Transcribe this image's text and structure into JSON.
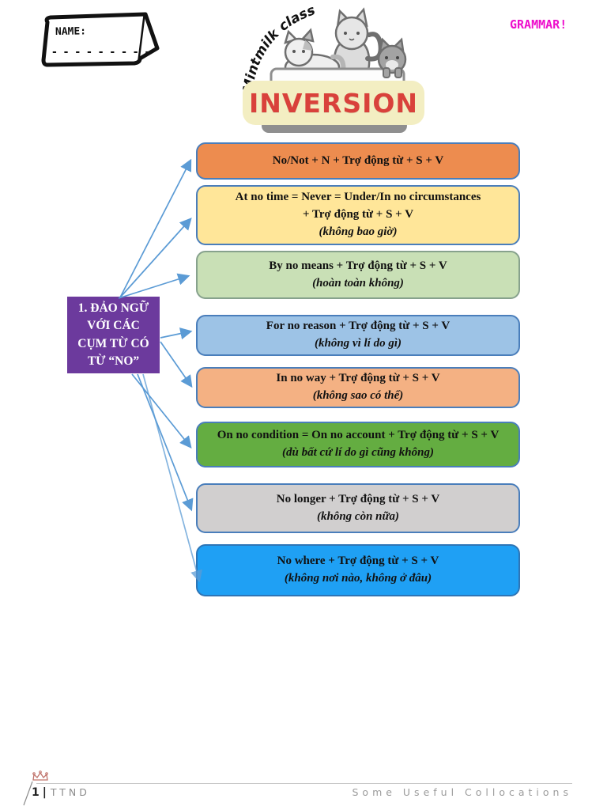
{
  "page": {
    "name_label": "NAME:",
    "name_line": "- - - - - - - - -",
    "grammar_badge": "GRAMMAR!",
    "grammar_color": "#ee0ecc",
    "logo": {
      "class_name": "Mintmilk class",
      "title": "INVERSION",
      "title_color": "#d9413b",
      "banner_fill": "#f3eec2"
    }
  },
  "diagram": {
    "arrow_color": "#5b9bd5",
    "root": {
      "fill": "#6c3a9d",
      "text_color": "#ffffff",
      "lines": [
        "1. ĐẢO NGỮ",
        "VỚI CÁC",
        "CỤM TỪ CÓ",
        "TỪ “NO”"
      ]
    },
    "boxes": [
      {
        "fill": "#ed8c4f",
        "border": "#4a7ebb",
        "lines": [
          "No/Not + N + Trợ động từ + S + V"
        ]
      },
      {
        "fill": "#ffe699",
        "border": "#4a7ebb",
        "lines": [
          "At no time = Never = Under/In no circumstances",
          "+ Trợ động từ + S + V",
          "(không bao giờ)"
        ]
      },
      {
        "fill": "#c9e0b6",
        "border": "#87a28d",
        "lines": [
          "By no means + Trợ động từ + S + V",
          "(hoàn toàn không)"
        ]
      },
      {
        "fill": "#9dc3e6",
        "border": "#4a7ebb",
        "lines": [
          "For no reason + Trợ động từ + S + V",
          "(không vì lí do gì)"
        ]
      },
      {
        "fill": "#f4b183",
        "border": "#4a7ebb",
        "lines": [
          "In no way + Trợ động từ + S + V",
          "(không sao có thể)"
        ]
      },
      {
        "fill": "#64ad41",
        "border": "#4a7ebb",
        "lines": [
          "On no condition = On no account + Trợ động từ + S + V",
          "(dù bất cứ lí do gì cũng không)"
        ]
      },
      {
        "fill": "#d1cfcf",
        "border": "#4a7ebb",
        "lines": [
          "No longer + Trợ động từ + S + V",
          "(không còn nữa)"
        ]
      },
      {
        "fill": "#1fa0f4",
        "border": "#2e75b6",
        "lines": [
          "No where + Trợ động từ + S + V",
          "(không nơi nào, không ở đâu)"
        ]
      }
    ]
  },
  "footer": {
    "page_number": "1",
    "separator": "|",
    "author": "TTND",
    "right_text": "Some Useful Collocations"
  }
}
